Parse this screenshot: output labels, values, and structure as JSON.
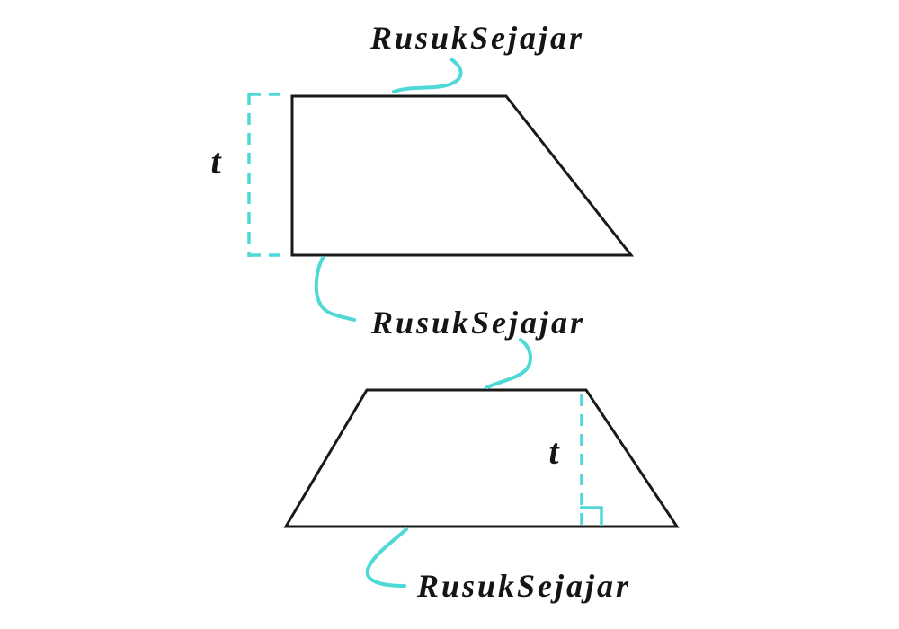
{
  "colors": {
    "background": "#ffffff",
    "line": "#1a1a1a",
    "accent": "#4ed8d6"
  },
  "labels": {
    "top_parallel_side": "RusukSejajar",
    "middle_parallel_side": "RusukSejajar",
    "bottom_parallel_side": "RusukSejajar",
    "height_top_trapezoid": "t",
    "height_bottom_trapezoid": "t"
  }
}
